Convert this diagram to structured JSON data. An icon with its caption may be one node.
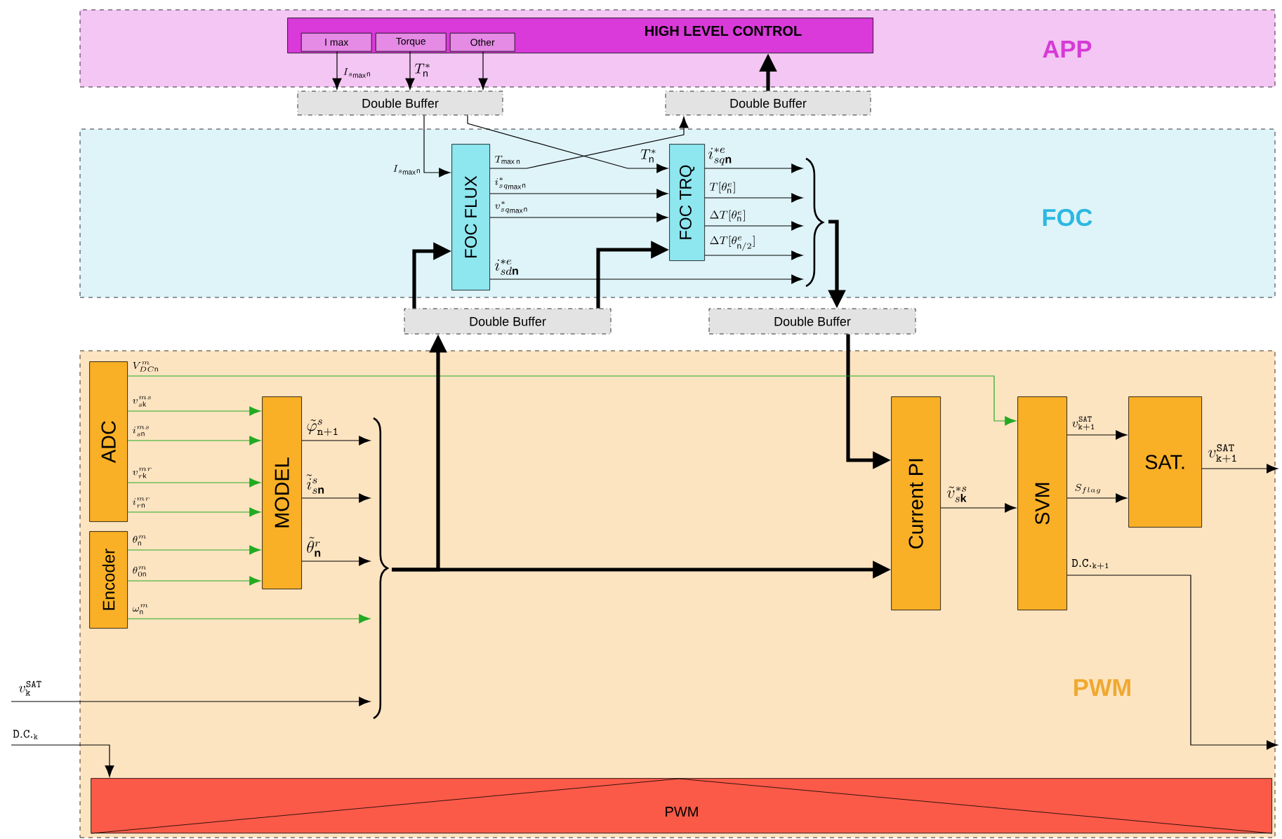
{
  "diagram": {
    "nodes": [
      {
        "text": [
          "APP"
        ]
      },
      {
        "text": [
          "FOC"
        ]
      },
      {
        "text": [
          "PWM"
        ]
      },
      {
        "text": [
          "HIGH LEVEL CONTROL"
        ],
        "in": 0
      },
      {
        "text": [
          "I max"
        ],
        "in": 3
      },
      {
        "text": [
          "Torque"
        ],
        "in": 3
      },
      {
        "text": [
          "Other"
        ],
        "in": 3
      },
      {
        "text": [
          "Double Buffer"
        ]
      },
      {
        "text": [
          "Double Buffer"
        ]
      },
      {
        "text": [
          "FOC FLUX"
        ],
        "in": 1
      },
      {
        "text": [
          "FOC TRQ"
        ],
        "in": 1
      },
      {
        "text": [
          "Double Buffer"
        ]
      },
      {
        "text": [
          "Double Buffer"
        ]
      },
      {
        "text": [
          "ADC"
        ],
        "in": 2
      },
      {
        "text": [
          "Encoder"
        ],
        "in": 2
      },
      {
        "text": [
          "MODEL"
        ],
        "in": 2
      },
      {
        "text": [
          "Current PI"
        ],
        "in": 2
      },
      {
        "text": [
          "SVM"
        ],
        "in": 2
      },
      {
        "text": [
          "SAT."
        ],
        "in": 2
      },
      {
        "text": [
          "PWM"
        ],
        "in": 2
      },
      {
        "text": [],
        "shape": "brace",
        "in": 1
      },
      {
        "text": [],
        "shape": "brace",
        "in": 2
      }
    ],
    "edges": [
      {
        "from": 4,
        "to": 7,
        "arrow": "to",
        "label": "I_{s_{\\max}\\mathrm{n}}"
      },
      {
        "from": 5,
        "to": 7,
        "arrow": "to",
        "label": "T^*_{\\mathrm{n}}"
      },
      {
        "from": 6,
        "to": 7,
        "arrow": "to"
      },
      {
        "from": 8,
        "to": 3,
        "arrow": "to",
        "style": "thick"
      },
      {
        "from": 7,
        "to": 9,
        "arrow": "to",
        "label": "I_{s_{\\max}\\mathrm{n}}"
      },
      {
        "from": 7,
        "to": 10,
        "arrow": "to",
        "label": "T^*_{\\mathrm{n}}"
      },
      {
        "from": 9,
        "to": 8,
        "arrow": "to",
        "label": "T_{\\max\\mathrm{n}}"
      },
      {
        "from": 9,
        "to": 10,
        "arrow": "to",
        "label": "i^*_{sq_{\\max}\\mathrm{n}}"
      },
      {
        "from": 9,
        "to": 10,
        "arrow": "to",
        "label": "v^*_{sq_{\\max}\\mathrm{n}}"
      },
      {
        "from": 11,
        "to": 9,
        "arrow": "to",
        "style": "thick"
      },
      {
        "from": 11,
        "to": 10,
        "arrow": "to",
        "style": "thick"
      },
      {
        "from": 10,
        "to": 20,
        "arrow": "to",
        "label": "i^{*e}_{sq\\mathbf{n}}"
      },
      {
        "from": 10,
        "to": 20,
        "arrow": "to",
        "label": "T[\\theta^e_{\\mathrm{n}}]"
      },
      {
        "from": 10,
        "to": 20,
        "arrow": "to",
        "label": "\\Delta T[\\theta^e_{\\mathrm{n}}]"
      },
      {
        "from": 10,
        "to": 20,
        "arrow": "to",
        "label": "\\Delta T[\\theta^e_{\\mathrm{n}/2}]"
      },
      {
        "from": 9,
        "to": 20,
        "arrow": "to",
        "label": "i^{*e}_{sd\\mathbf{n}}"
      },
      {
        "from": 20,
        "to": 12,
        "arrow": "to",
        "style": "thick"
      },
      {
        "from": 12,
        "to": 16,
        "arrow": "to",
        "style": "thick"
      },
      {
        "from": 13,
        "to": 17,
        "arrow": "to",
        "color": "#22aa22",
        "label": "V^m_{DC\\mathrm{n}}"
      },
      {
        "from": 13,
        "to": 15,
        "arrow": "to",
        "color": "#22aa22",
        "label": "v^{ms}_{s\\mathrm{k}}"
      },
      {
        "from": 13,
        "to": 15,
        "arrow": "to",
        "color": "#22aa22",
        "label": "i^{ms}_{s\\mathrm{n}}"
      },
      {
        "from": 13,
        "to": 15,
        "arrow": "to",
        "color": "#22aa22",
        "label": "v^{mr}_{r\\mathrm{k}}"
      },
      {
        "from": 13,
        "to": 15,
        "arrow": "to",
        "color": "#22aa22",
        "label": "i^{mr}_{r\\mathrm{n}}"
      },
      {
        "from": 14,
        "to": 15,
        "arrow": "to",
        "color": "#22aa22",
        "label": "\\theta^m_{\\mathrm{n}}"
      },
      {
        "from": 14,
        "to": 15,
        "arrow": "to",
        "color": "#22aa22",
        "label": "\\theta^m_{0\\mathrm{n}}"
      },
      {
        "from": 14,
        "to": 21,
        "arrow": "to",
        "color": "#22aa22",
        "label": "\\omega^m_{\\mathrm{n}}"
      },
      {
        "from": 15,
        "to": 21,
        "arrow": "to",
        "label": "\\tilde{\\varphi}^s_{\\mathtt{n+1}}"
      },
      {
        "from": 15,
        "to": 21,
        "arrow": "to",
        "label": "\\tilde{i}^s_{s\\mathbf{n}}"
      },
      {
        "from": 15,
        "to": 21,
        "arrow": "to",
        "label": "\\tilde{\\theta}^r_{\\mathbf{n}}"
      },
      {
        "from": null,
        "to": 21,
        "arrow": "to",
        "label": "v^{\\mathtt{SAT}}_{\\mathtt{k}}"
      },
      {
        "from": 21,
        "to": 16,
        "arrow": "to",
        "style": "thick"
      },
      {
        "from": 21,
        "to": 11,
        "arrow": "to",
        "style": "thick"
      },
      {
        "from": 16,
        "to": 17,
        "arrow": "to",
        "label": "\\tilde{v}^{*s}_{s\\mathbf{k}}"
      },
      {
        "from": 17,
        "to": 18,
        "arrow": "to",
        "label": "v^{\\mathtt{SAT}}_{\\mathtt{k+1}}"
      },
      {
        "from": 17,
        "to": 18,
        "arrow": "to",
        "label": "S_{flag}"
      },
      {
        "from": 18,
        "to": null,
        "arrow": "to",
        "label": "v^{\\mathtt{SAT}}_{\\mathtt{k+1}}"
      },
      {
        "from": 17,
        "to": null,
        "arrow": "to",
        "label": "\\mathtt{D.C.}_{\\mathtt{k+1}}"
      },
      {
        "from": null,
        "to": 19,
        "arrow": "to",
        "label": "\\mathtt{D.C.}_{\\mathtt{k}}"
      }
    ]
  }
}
